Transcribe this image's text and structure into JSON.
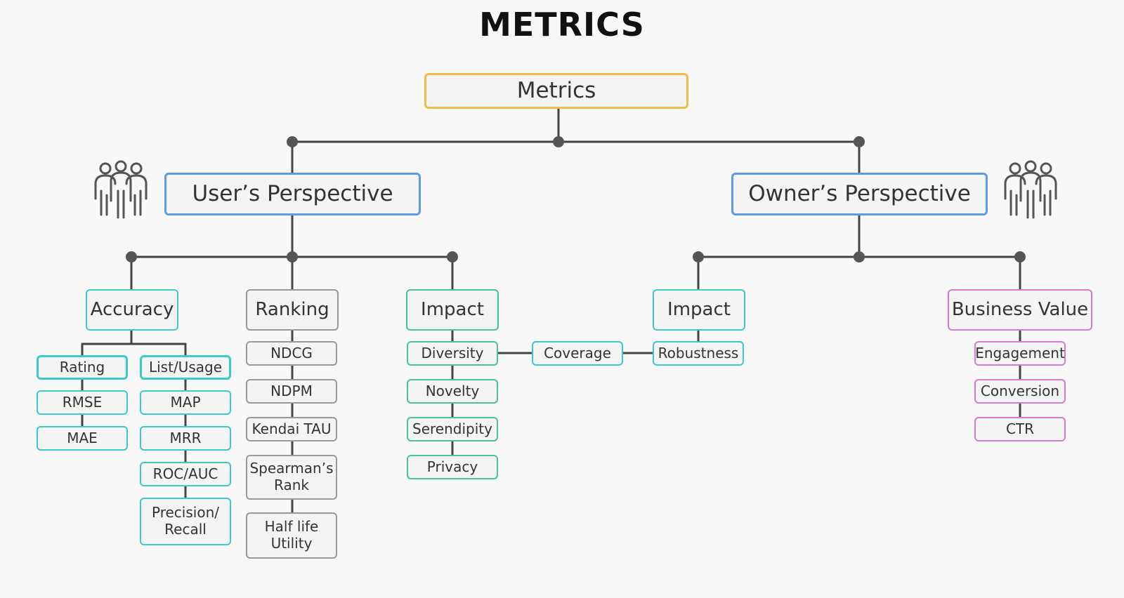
{
  "title": "METRICS",
  "colors": {
    "root": "#f5b945",
    "perspective": "#5b9be8",
    "accuracy": "#3cc9c9",
    "impact": "#44c49a",
    "ranking": "#999999",
    "business_value": "#d77ad5",
    "connector": "#444444"
  },
  "icons": [
    "people-group-icon",
    "people-group-icon"
  ],
  "root": {
    "label": "Metrics"
  },
  "user_perspective": {
    "label": "User’s Perspective",
    "accuracy": {
      "label": "Accuracy",
      "rating": {
        "label": "Rating",
        "items": [
          "RMSE",
          "MAE"
        ]
      },
      "list_usage": {
        "label": "List/Usage",
        "items": [
          "MAP",
          "MRR",
          "ROC/AUC",
          "Precision/\nRecall"
        ]
      }
    },
    "ranking": {
      "label": "Ranking",
      "items": [
        "NDCG",
        "NDPM",
        "Kendai TAU",
        "Spearman’s\nRank",
        "Half life\nUtility"
      ]
    },
    "impact": {
      "label": "Impact",
      "items": [
        "Diversity",
        "Novelty",
        "Serendipity",
        "Privacy"
      ]
    }
  },
  "coverage": {
    "label": "Coverage"
  },
  "owner_perspective": {
    "label": "Owner’s Perspective",
    "impact": {
      "label": "Impact",
      "items": [
        "Robustness"
      ]
    },
    "business_value": {
      "label": "Business Value",
      "items": [
        "Engagement",
        "Conversion",
        "CTR"
      ]
    }
  }
}
